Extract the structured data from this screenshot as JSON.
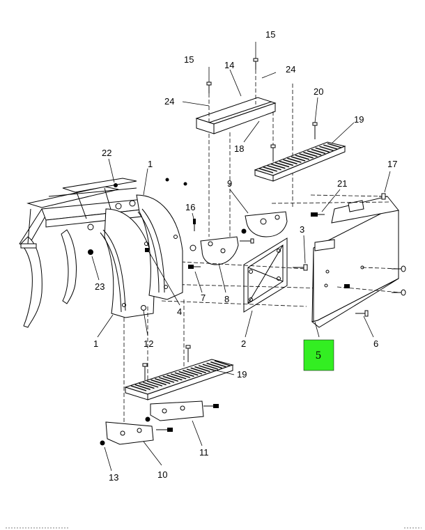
{
  "colors": {
    "highlight": "#33ee22",
    "ink": "#000000"
  },
  "highlight_callout": "5",
  "callouts": {
    "c15a": "15",
    "c15b": "15",
    "c14": "14",
    "c24a": "24",
    "c24b": "24",
    "c20": "20",
    "c19a": "19",
    "c18": "18",
    "c22": "22",
    "c1a": "1",
    "c17": "17",
    "c9": "9",
    "c21": "21",
    "c16": "16",
    "c3": "3",
    "c23": "23",
    "c4": "4",
    "c7": "7",
    "c8": "8",
    "c1b": "1",
    "c12": "12",
    "c2": "2",
    "c6": "6",
    "c19b": "19",
    "c11": "11",
    "c13": "13",
    "c10": "10"
  }
}
